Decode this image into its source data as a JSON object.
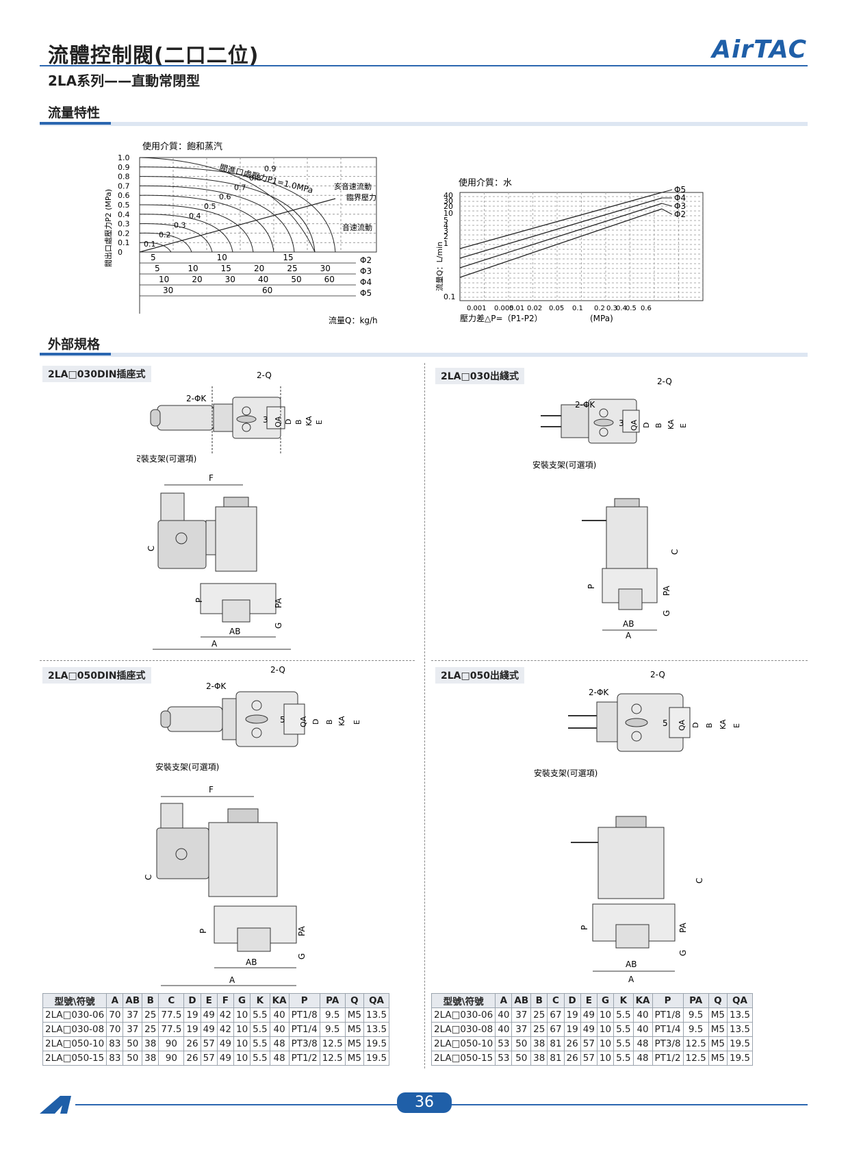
{
  "header": {
    "title": "流體控制閥(二口二位)",
    "subtitle": "2LA系列——直動常閉型",
    "brand": "AirTAC"
  },
  "sections": {
    "flow": "流量特性",
    "external": "外部規格"
  },
  "chart1": {
    "medium": "使用介質：飽和蒸汽",
    "ylabel": "閥出口處壓力P2 (MPa)",
    "yticks": [
      "1.0",
      "0.9",
      "0.8",
      "0.7",
      "0.6",
      "0.5",
      "0.4",
      "0.3",
      "0.2",
      "0.1",
      "0"
    ],
    "curve_labels": [
      "0.1",
      "0.2",
      "0.3",
      "0.4",
      "0.5",
      "0.6",
      "0.7",
      "0.8",
      "0.9"
    ],
    "p1_label": "閥進口處壓力P1=1.0MPa",
    "supersonic": "亥音速流動",
    "critical": "臨界壓力",
    "sonic": "音速流動",
    "xrows": [
      {
        "name": "Φ2",
        "ticks": [
          "5",
          "10",
          "15"
        ]
      },
      {
        "name": "Φ3",
        "ticks": [
          "5",
          "10",
          "15",
          "20",
          "25",
          "30"
        ]
      },
      {
        "name": "Φ4",
        "ticks": [
          "10",
          "20",
          "30",
          "40",
          "50",
          "60"
        ]
      },
      {
        "name": "Φ5",
        "ticks": [
          "30",
          "60"
        ]
      }
    ],
    "xlabel": "流量Q：kg/h"
  },
  "chart2": {
    "medium": "使用介質：水",
    "ylabel": "流量Q：L/min",
    "yticks": [
      "40",
      "30",
      "20",
      "10",
      "5",
      "4",
      "3",
      "2",
      "1",
      "0.1"
    ],
    "xticks": [
      "0.001",
      "0.005",
      "0.01",
      "0.02",
      "0.05",
      "0.1",
      "0.2",
      "0.3",
      "0.4",
      "0.5",
      "0.6"
    ],
    "xlabel": "壓力差△P=（P1-P2）",
    "xunit": "(MPa)",
    "series": [
      "Φ5",
      "Φ4",
      "Φ3",
      "Φ2"
    ]
  },
  "drawings": {
    "d1": "2LA□030DIN插座式",
    "d2": "2LA□030出綫式",
    "d3": "2LA□050DIN插座式",
    "d4": "2LA□050出綫式",
    "bracket": "安裝支架(可選項)",
    "q": "2-Q",
    "k": "2-ΦK",
    "dims": {
      "qa": "QA",
      "d": "D",
      "b": "B",
      "ka": "KA",
      "e": "E",
      "f": "F",
      "c": "C",
      "p": "P",
      "pa": "PA",
      "g": "G",
      "ab": "AB",
      "a": "A"
    },
    "port30": "3",
    "port50": "5"
  },
  "table_left": {
    "headers": [
      "型號\\符號",
      "A",
      "AB",
      "B",
      "C",
      "D",
      "E",
      "F",
      "G",
      "K",
      "KA",
      "P",
      "PA",
      "Q",
      "QA"
    ],
    "rows": [
      [
        "2LA□030-06",
        "70",
        "37",
        "25",
        "77.5",
        "19",
        "49",
        "42",
        "10",
        "5.5",
        "40",
        "PT1/8",
        "9.5",
        "M5",
        "13.5"
      ],
      [
        "2LA□030-08",
        "70",
        "37",
        "25",
        "77.5",
        "19",
        "49",
        "42",
        "10",
        "5.5",
        "40",
        "PT1/4",
        "9.5",
        "M5",
        "13.5"
      ],
      [
        "2LA□050-10",
        "83",
        "50",
        "38",
        "90",
        "26",
        "57",
        "49",
        "10",
        "5.5",
        "48",
        "PT3/8",
        "12.5",
        "M5",
        "19.5"
      ],
      [
        "2LA□050-15",
        "83",
        "50",
        "38",
        "90",
        "26",
        "57",
        "49",
        "10",
        "5.5",
        "48",
        "PT1/2",
        "12.5",
        "M5",
        "19.5"
      ]
    ]
  },
  "table_right": {
    "headers": [
      "型號\\符號",
      "A",
      "AB",
      "B",
      "C",
      "D",
      "E",
      "G",
      "K",
      "KA",
      "P",
      "PA",
      "Q",
      "QA"
    ],
    "rows": [
      [
        "2LA□030-06",
        "40",
        "37",
        "25",
        "67",
        "19",
        "49",
        "10",
        "5.5",
        "40",
        "PT1/8",
        "9.5",
        "M5",
        "13.5"
      ],
      [
        "2LA□030-08",
        "40",
        "37",
        "25",
        "67",
        "19",
        "49",
        "10",
        "5.5",
        "40",
        "PT1/4",
        "9.5",
        "M5",
        "13.5"
      ],
      [
        "2LA□050-10",
        "53",
        "50",
        "38",
        "81",
        "26",
        "57",
        "10",
        "5.5",
        "48",
        "PT3/8",
        "12.5",
        "M5",
        "19.5"
      ],
      [
        "2LA□050-15",
        "53",
        "50",
        "38",
        "81",
        "26",
        "57",
        "10",
        "5.5",
        "48",
        "PT1/2",
        "12.5",
        "M5",
        "19.5"
      ]
    ]
  },
  "footer": {
    "page": "36"
  }
}
